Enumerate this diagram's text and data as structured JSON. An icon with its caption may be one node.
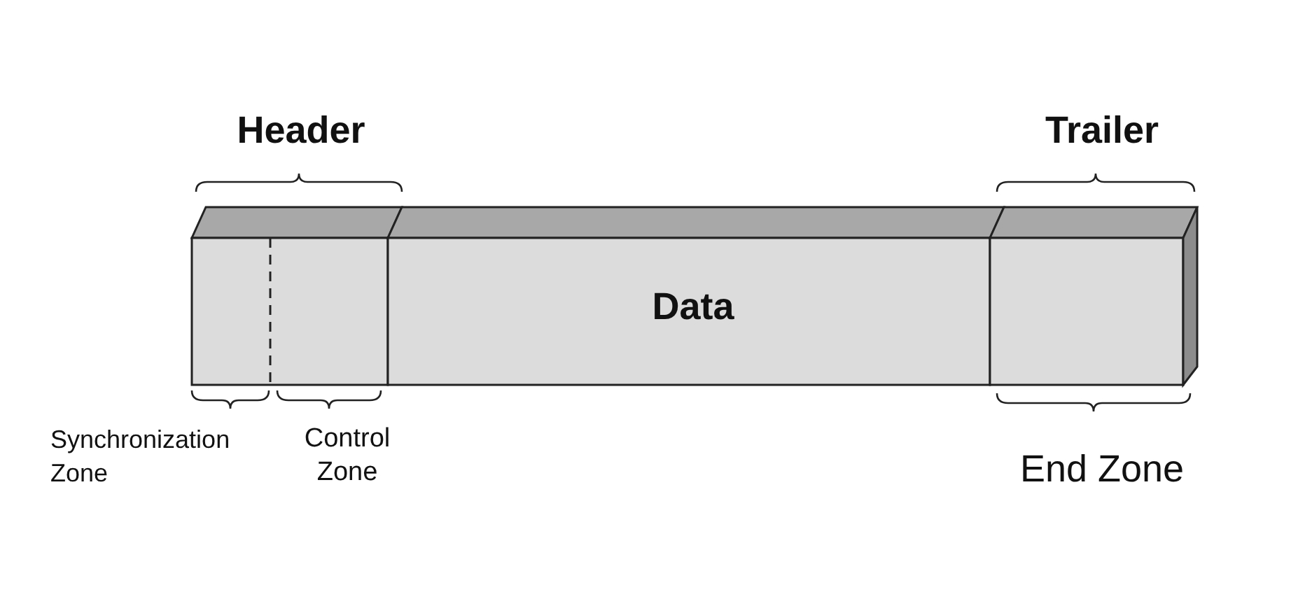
{
  "diagram": {
    "nodes": [
      {
        "text": [
          "Header"
        ]
      },
      {
        "text": [
          "Synchronization Zone"
        ]
      },
      {
        "text": [
          "Control Zone"
        ]
      },
      {
        "text": [
          "Data"
        ]
      },
      {
        "text": [
          "Trailer",
          "End Zone"
        ]
      }
    ]
  }
}
